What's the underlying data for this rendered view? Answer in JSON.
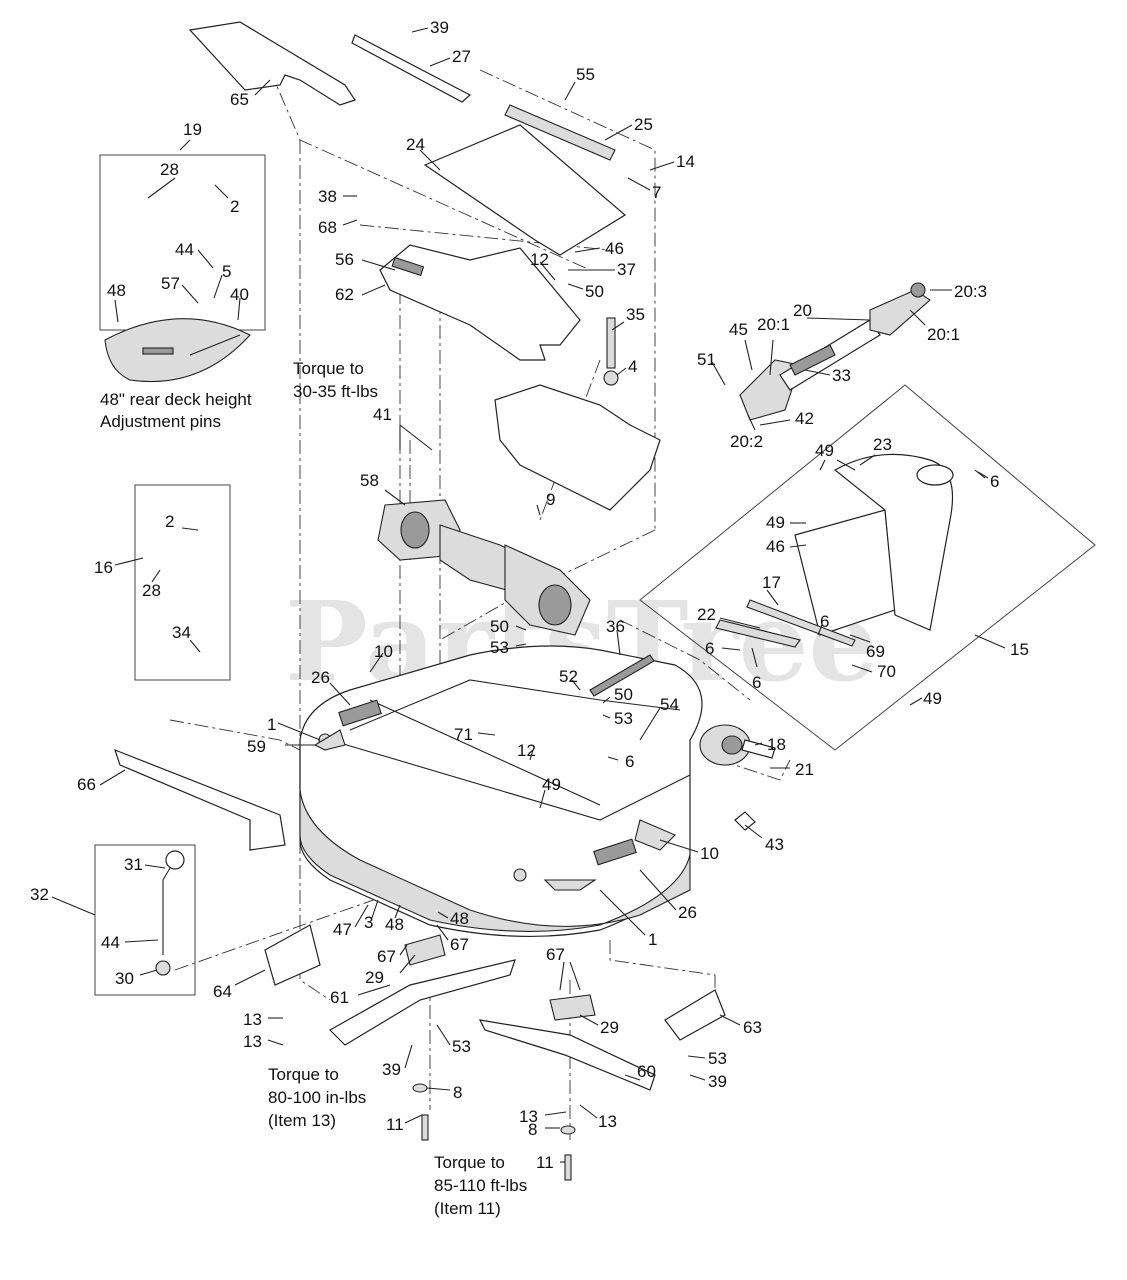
{
  "watermark": {
    "text": "PartsTree",
    "tm": "TM"
  },
  "notes": {
    "rear_deck_line1": "48\" rear deck height",
    "rear_deck_line2": "Adjustment pins",
    "torque_top_line1": "Torque to",
    "torque_top_line2": "30-35 ft-lbs",
    "torque_blade_line1": "Torque to",
    "torque_blade_line2": "80-100 in-lbs",
    "torque_blade_line3": "(Item 13)",
    "torque_bolt_line1": "Torque to",
    "torque_bolt_line2": "85-110 ft-lbs",
    "torque_bolt_line3": "(Item 11)"
  },
  "callouts": [
    "39",
    "27",
    "65",
    "55",
    "25",
    "24",
    "14",
    "7",
    "19",
    "28",
    "2",
    "38",
    "68",
    "46",
    "37",
    "56",
    "12",
    "50",
    "62",
    "44",
    "5",
    "57",
    "40",
    "48",
    "35",
    "4",
    "20:3",
    "20",
    "20:1",
    "20:1",
    "45",
    "51",
    "33",
    "42",
    "20:2",
    "41",
    "58",
    "9",
    "23",
    "49",
    "6",
    "49",
    "46",
    "17",
    "22",
    "6",
    "6",
    "6",
    "69",
    "70",
    "15",
    "2",
    "16",
    "28",
    "34",
    "50",
    "53",
    "36",
    "10",
    "26",
    "52",
    "50",
    "53",
    "54",
    "18",
    "21",
    "1",
    "59",
    "71",
    "12",
    "6",
    "49",
    "66",
    "43",
    "10",
    "26",
    "1",
    "31",
    "32",
    "44",
    "30",
    "47",
    "3",
    "48",
    "48",
    "67",
    "67",
    "29",
    "64",
    "67",
    "61",
    "29",
    "63",
    "53",
    "39",
    "13",
    "13",
    "53",
    "39",
    "60",
    "8",
    "13",
    "13",
    "11",
    "8",
    "11",
    "49"
  ]
}
